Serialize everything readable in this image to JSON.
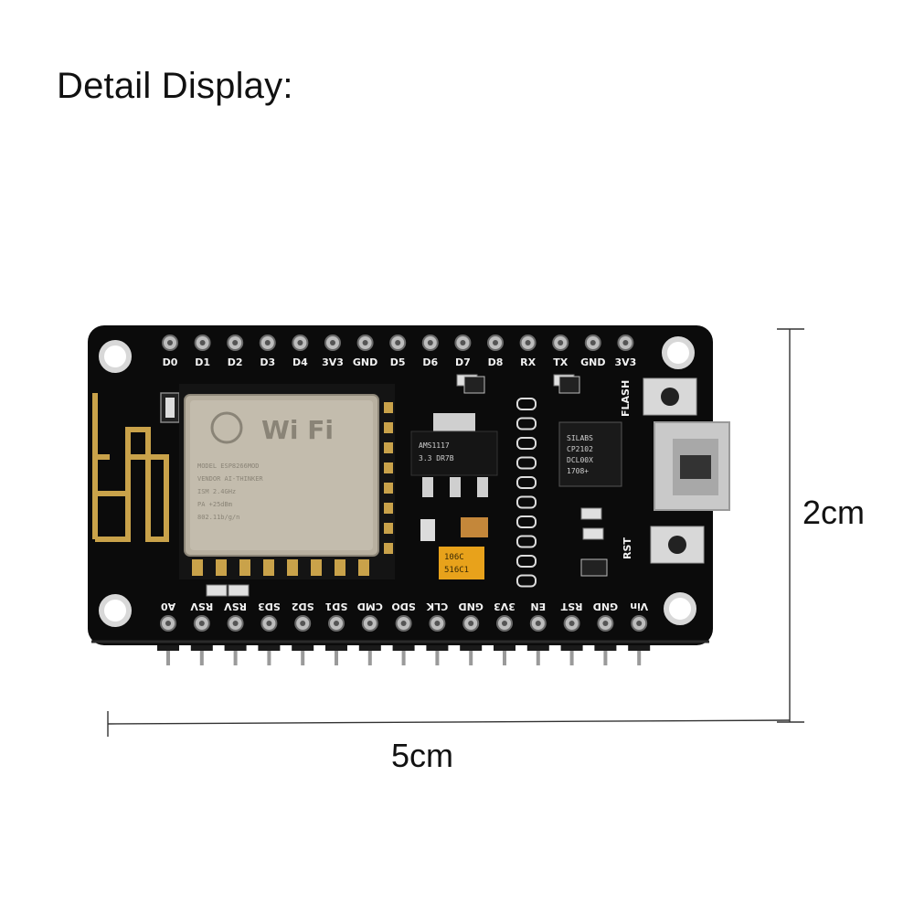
{
  "heading": "Detail Display:",
  "dimensions": {
    "height": "2cm",
    "width": "5cm"
  },
  "board": {
    "top_pins": [
      "D0",
      "D1",
      "D2",
      "D3",
      "D4",
      "3V3",
      "GND",
      "D5",
      "D6",
      "D7",
      "D8",
      "RX",
      "TX",
      "GND",
      "3V3"
    ],
    "bottom_pins": [
      "A0",
      "RSV",
      "RSV",
      "SD3",
      "SD2",
      "SD1",
      "CMD",
      "SDO",
      "CLK",
      "GND",
      "3V3",
      "EN",
      "RST",
      "GND",
      "Vin"
    ],
    "button_labels": {
      "flash": "FLASH",
      "reset": "RST"
    },
    "module": {
      "logo": "Wi Fi",
      "lines": [
        "MODEL  ESP8266MOD",
        "VENDOR  AI-THINKER",
        "ISM 2.4GHz",
        "PA +25dBm",
        "802.11b/g/n"
      ]
    },
    "regulator_lines": [
      "AMS1117",
      "3.3  DR7B"
    ],
    "usb_chip_lines": [
      "SILABS",
      "CP2102",
      "DCL00X",
      "1708+"
    ],
    "capacitor_lines": [
      "106C",
      "516C1"
    ],
    "colors": {
      "pcb": "#0b0b0b",
      "pad": "#c9a24a",
      "shield": "#b8b0a0",
      "capacitor": "#e8a21b"
    }
  }
}
